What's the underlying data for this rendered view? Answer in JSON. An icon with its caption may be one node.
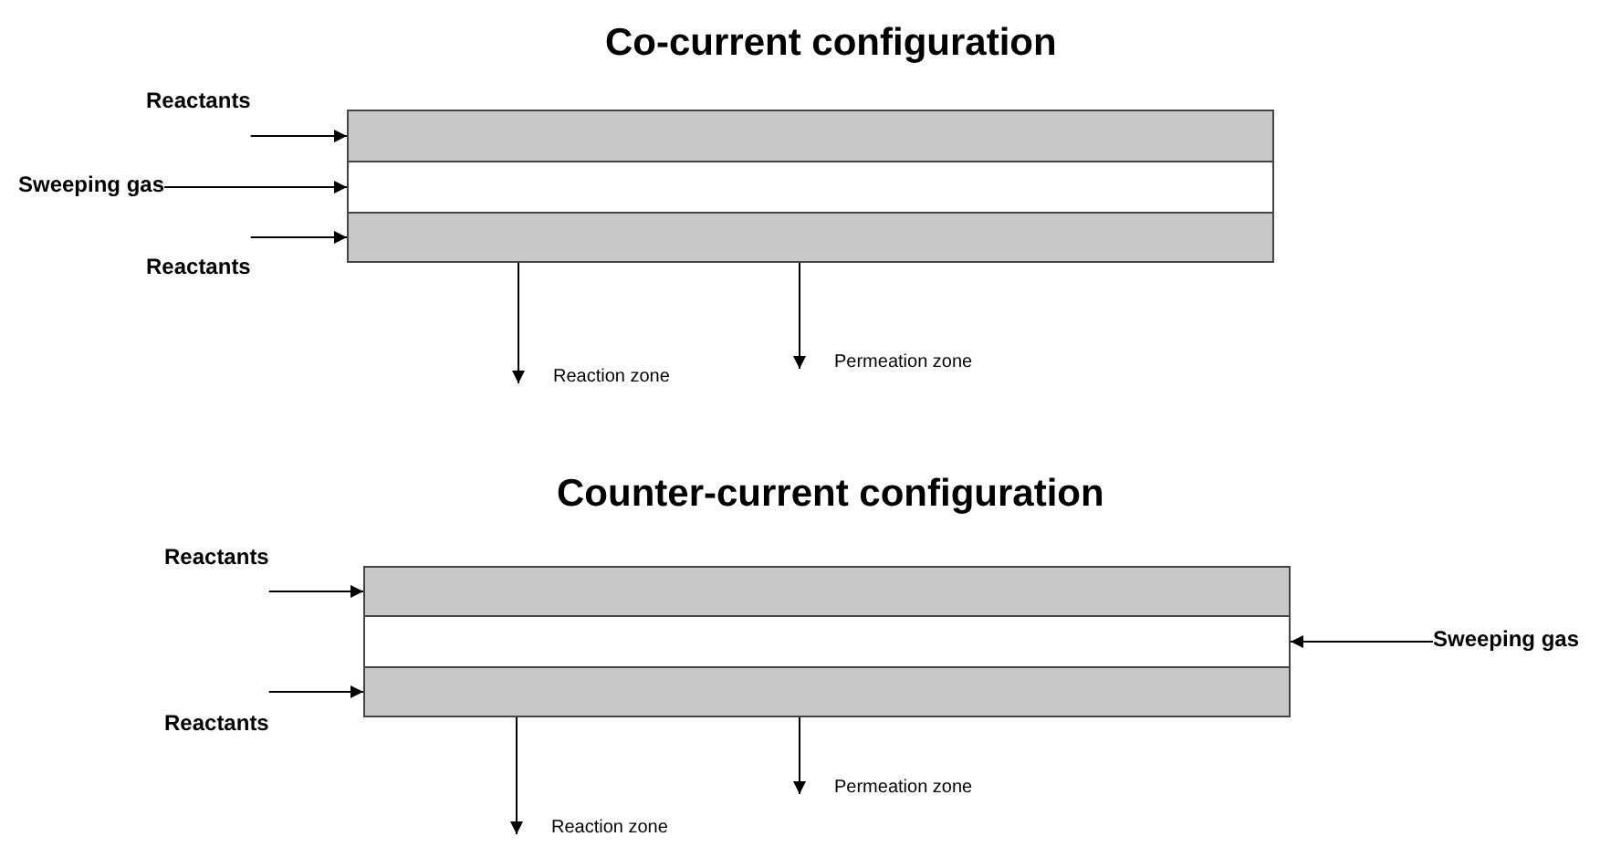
{
  "diagram": {
    "nodes": [
      {
        "text": [
          "Reactants"
        ]
      },
      {
        "text": [
          "Sweeping gas"
        ]
      },
      {
        "text": [
          "Reactants"
        ]
      },
      {
        "text": [],
        "shape": "bar"
      },
      {
        "text": [],
        "shape": "bar"
      },
      {
        "text": [],
        "shape": "bar"
      },
      {
        "text": [
          "Reaction zone"
        ]
      },
      {
        "text": [
          "Permeation zone"
        ]
      },
      {
        "text": [
          "Reactants"
        ]
      },
      {
        "text": [
          "Reactants"
        ]
      },
      {
        "text": [],
        "shape": "bar"
      },
      {
        "text": [],
        "shape": "bar"
      },
      {
        "text": [],
        "shape": "bar"
      },
      {
        "text": [
          "Sweeping gas"
        ]
      },
      {
        "text": [
          "Reaction zone"
        ]
      },
      {
        "text": [
          "Permeation zone"
        ]
      }
    ],
    "edges": [
      {
        "from": 0,
        "to": 3,
        "arrow": "to"
      },
      {
        "from": 1,
        "to": 4,
        "arrow": "to"
      },
      {
        "from": 2,
        "to": 5,
        "arrow": "to"
      },
      {
        "from": 5,
        "to": 6,
        "arrow": "to"
      },
      {
        "from": 5,
        "to": 7,
        "arrow": "to"
      },
      {
        "from": 8,
        "to": 10,
        "arrow": "to"
      },
      {
        "from": 9,
        "to": 12,
        "arrow": "to"
      },
      {
        "from": 13,
        "to": 11,
        "arrow": "to"
      },
      {
        "from": 12,
        "to": 14,
        "arrow": "to"
      },
      {
        "from": 12,
        "to": 15,
        "arrow": "to"
      }
    ],
    "labels": [
      "Co-current configuration",
      "Counter-current configuration"
    ]
  }
}
